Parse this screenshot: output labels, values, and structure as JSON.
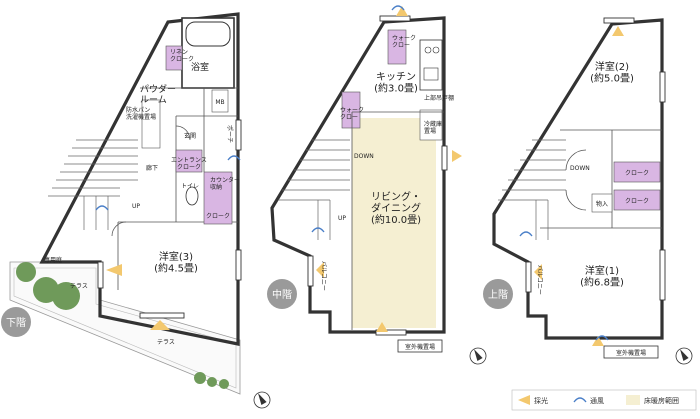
{
  "colors": {
    "floor_heating": "#f5efd2",
    "storage": "#d9b6e3",
    "sun": "#f3c86e",
    "wind": "#4a7fc8",
    "badge": "#9a9a9a",
    "garden": "#6f9a5a"
  },
  "floors": {
    "lower": {
      "badge": "下階",
      "rooms": {
        "bath": "浴室",
        "powder": "パウダー\nルーム",
        "linen": "リネン\nクローク",
        "mb": "MB",
        "entrance": "玄関",
        "porch": "ポーチ",
        "entrance_cloak": "エントランス\nクローク",
        "corridor": "廊下",
        "toilet": "トイレ",
        "cloak": "クローク",
        "youshitsu3": "洋室(3)\n(約4.5畳)",
        "private_garden": "専用庭",
        "terrace1": "テラス",
        "terrace2": "テラス",
        "up": "UP",
        "shelf1": "防水パン\n洗濯機置場",
        "shelf2": "カウンター\n収納"
      }
    },
    "middle": {
      "badge": "中階",
      "rooms": {
        "kitchen": "キッチン\n(約3.0畳)",
        "ldk": "リビング・\nダイニング\n(約10.0畳)",
        "fridge": "冷蔵庫\n置場",
        "cloak": "ウォーク\nクロー",
        "pantry": "上部吊戸棚",
        "balcony": "バルコニー",
        "outdoor_unit": "室外機置場",
        "down": "DOWN",
        "up": "UP"
      }
    },
    "upper": {
      "badge": "上階",
      "rooms": {
        "youshitsu2": "洋室(2)\n(約5.0畳)",
        "youshitsu1": "洋室(1)\n(約6.8畳)",
        "cloak1": "クローク",
        "cloak2": "クローク",
        "storage": "物入",
        "balcony": "バルコニー",
        "outdoor_unit": "室外機置場",
        "down": "DOWN"
      }
    }
  },
  "legend": {
    "sun": "採光",
    "wind": "通風",
    "floor_heating": "床暖房範囲"
  }
}
